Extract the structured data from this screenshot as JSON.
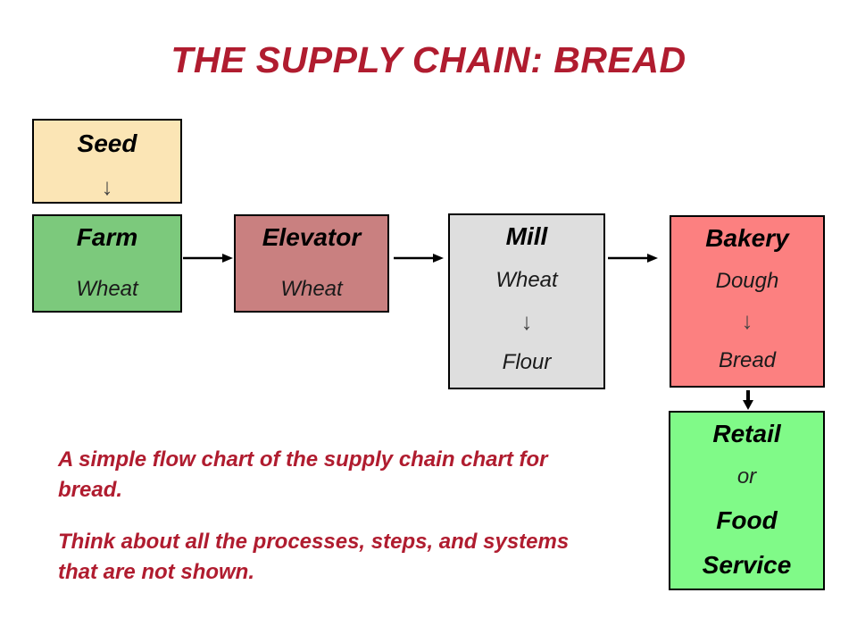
{
  "title": "THE SUPPLY CHAIN: BREAD",
  "boxes": {
    "seed": {
      "title": "Seed",
      "arrow": "↓"
    },
    "farm": {
      "title": "Farm",
      "item": "Wheat"
    },
    "elevator": {
      "title": "Elevator",
      "item": "Wheat"
    },
    "mill": {
      "title": "Mill",
      "input": "Wheat",
      "arrow": "↓",
      "output": "Flour"
    },
    "bakery": {
      "title": "Bakery",
      "input": "Dough",
      "arrow": "↓",
      "output": "Bread"
    },
    "retail": {
      "line1": "Retail",
      "line2": "or",
      "line3": "Food",
      "line4": "Service"
    }
  },
  "notes": {
    "para1": "A simple flow chart of the supply chain chart for\nbread.",
    "para2": "Think about all the processes, steps, and systems\nthat are not shown."
  },
  "colors": {
    "accent_red": "#B01C2F",
    "seed_fill": "#FBE5B5",
    "farm_fill": "#7CC97C",
    "elevator_fill": "#C98080",
    "mill_fill": "#DEDEDE",
    "bakery_fill": "#FC8080",
    "retail_fill": "#80FA88",
    "box_border": "#000000",
    "arrow_color": "#000000"
  }
}
